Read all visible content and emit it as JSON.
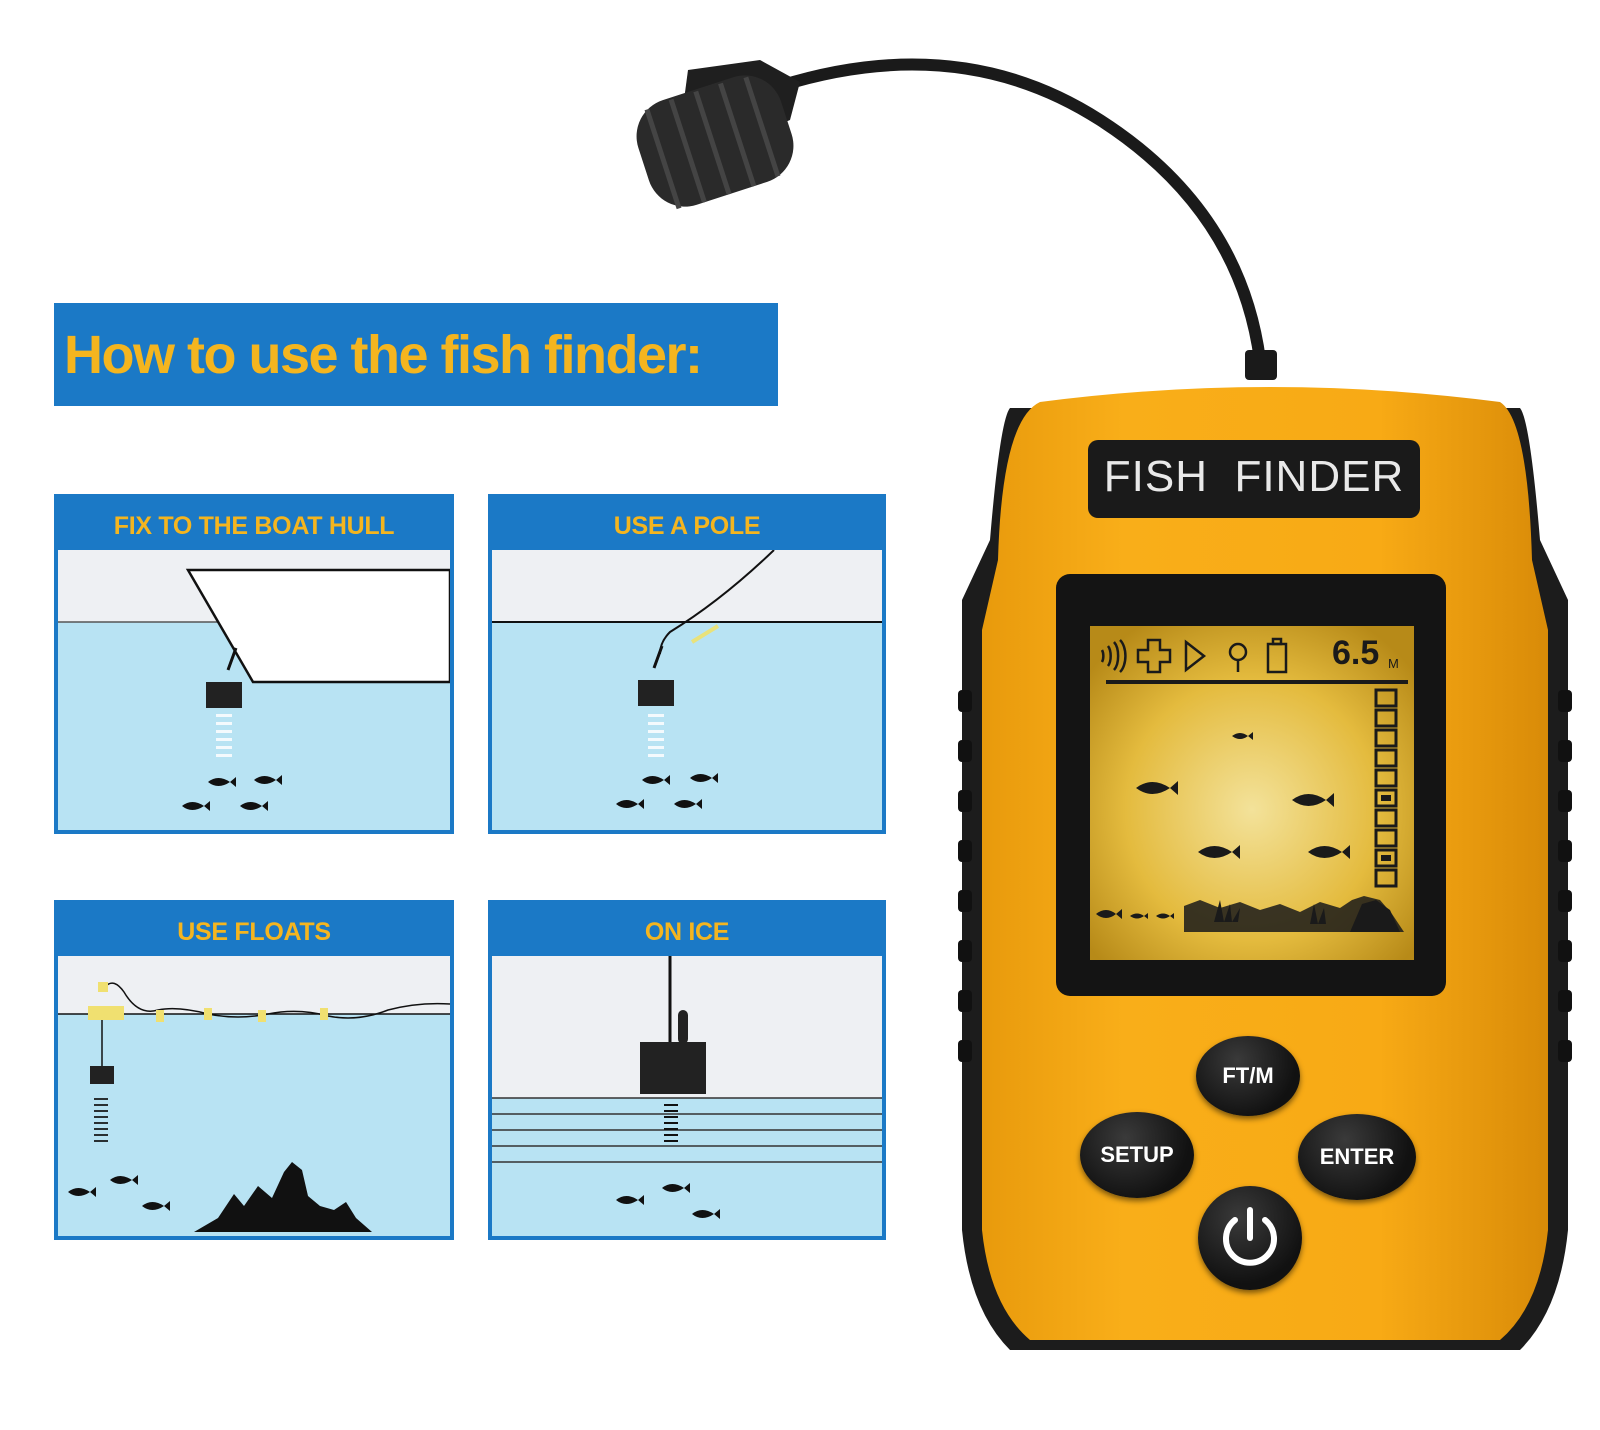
{
  "heading": "How to use the fish finder:",
  "panels": [
    {
      "title": "FIX TO THE BOAT HULL"
    },
    {
      "title": "USE A POLE"
    },
    {
      "title": "USE FLOATS"
    },
    {
      "title": "ON ICE"
    }
  ],
  "device": {
    "brand_label": "FISH  FINDER",
    "depth_value": "6.5",
    "depth_unit": "M",
    "status_icons": [
      "sonar-icon",
      "fish-alarm-icon",
      "speaker-icon",
      "backlight-icon",
      "battery-icon"
    ],
    "buttons": {
      "ftm": "FT/M",
      "setup": "SETUP",
      "enter": "ENTER",
      "power_icon": "power-icon"
    }
  },
  "colors": {
    "banner_blue": "#1b79c6",
    "title_yellow": "#f4b51f",
    "device_yellow": "#f7a814",
    "screen_amber": "#e9c142",
    "water_blue": "#b8e3f3"
  }
}
